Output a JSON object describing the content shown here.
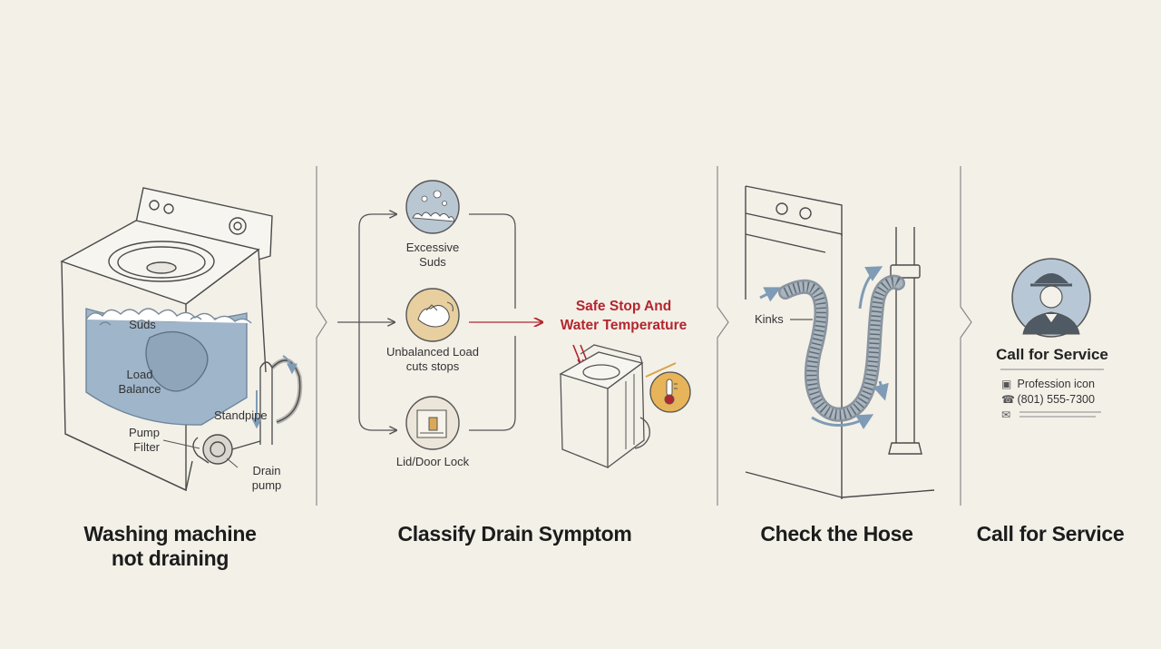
{
  "panel1": {
    "labels": {
      "suds": "Suds",
      "load_balance": "Load\nBalance",
      "standpipe": "Standpipe",
      "pump_filter": "Pump\nFilter",
      "drain_pump": "Drain\npump"
    },
    "title": "Washing machine\nnot draining"
  },
  "panel2": {
    "symptoms": [
      {
        "label": "Excessive\nSuds",
        "icon": "suds-icon"
      },
      {
        "label": "Unbalanced Load\ncuts stops",
        "icon": "unbalanced-load-icon"
      },
      {
        "label": "Lid/Door Lock",
        "icon": "door-lock-icon"
      }
    ],
    "warning": "Safe Stop And\nWater Temperature",
    "title": "Classify Drain Symptom"
  },
  "panel3": {
    "kinks_label": "Kinks",
    "title": "Check the Hose"
  },
  "panel4": {
    "card_title": "Call for Service",
    "profession": "Profession icon",
    "phone": "(801) 555-7300",
    "title": "Call for Service"
  },
  "colors": {
    "background": "#f3f0e8",
    "water": "#9fb5c9",
    "accent_red": "#b3262e",
    "thermo_orange": "#e7b45a",
    "ink": "#4a4a4a"
  }
}
